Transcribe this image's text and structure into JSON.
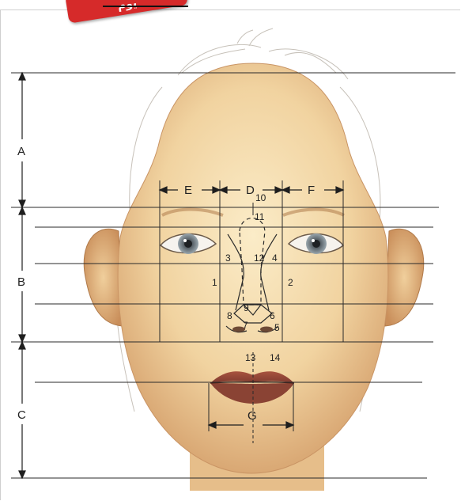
{
  "badge": {
    "text": "يوم"
  },
  "vertical_sections": [
    "A",
    "B",
    "C"
  ],
  "horizontal_spans": {
    "left_eye_width": "E",
    "intercanthal": "D",
    "right_eye_width": "F",
    "mouth_width": "G"
  },
  "landmarks": [
    "1",
    "2",
    "3",
    "4",
    "5",
    "6",
    "7",
    "8",
    "9",
    "10",
    "11",
    "12",
    "13",
    "14"
  ],
  "colors": {
    "skin_light": "#f6e2b8",
    "skin_dark": "#d9a673",
    "line": "#2a2a2a",
    "lips": "#9a4a3e",
    "iris": "#8a9aa2",
    "badge": "#d62a2a"
  }
}
